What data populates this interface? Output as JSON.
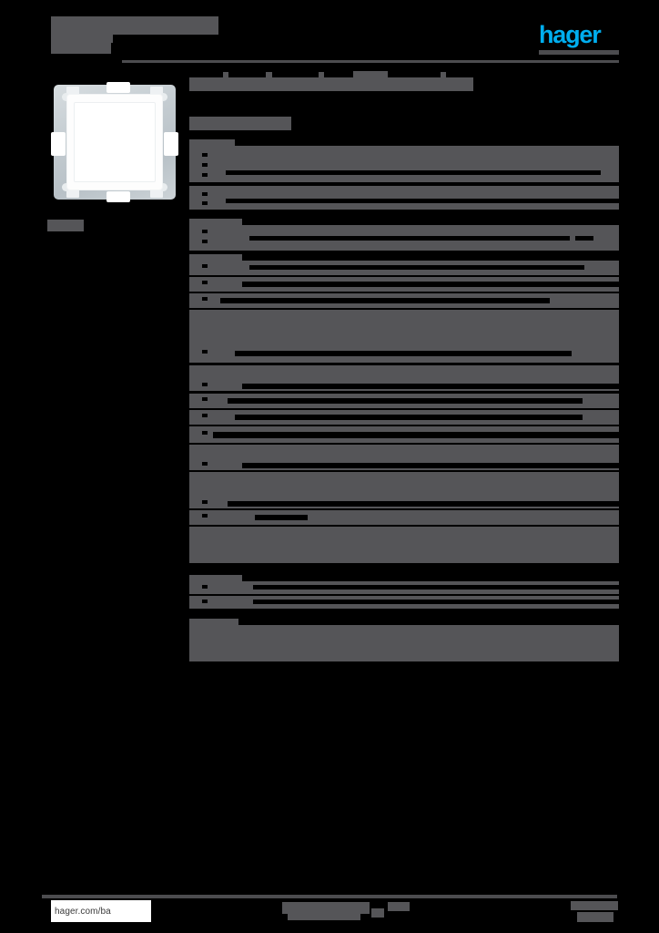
{
  "document": {
    "type": "product-datasheet",
    "brand": "hager",
    "brand_color": "#00AEEF",
    "page_background": "#000000",
    "redaction_color": "#555558",
    "content_redacted": true
  },
  "header": {
    "title_redacted": true,
    "subtitle_redacted": true,
    "rule_color": "#4c4c4f"
  },
  "logo": {
    "text": "hager",
    "color": "#00AEEF"
  },
  "product": {
    "image_alt": "white flush-mounted wall switch with metal mounting frame",
    "code_redacted": true
  },
  "content": {
    "heading_redacted": true,
    "subheading_redacted": true,
    "sections": [
      {
        "label_redacted": true,
        "rows_redacted": true
      },
      {
        "label_redacted": true,
        "rows_redacted": true
      },
      {
        "label_redacted": true,
        "rows_redacted": true
      },
      {
        "label_redacted": true,
        "rows_redacted": true
      },
      {
        "label_redacted": true,
        "rows_redacted": true
      }
    ]
  },
  "footer": {
    "url": "hager.com/ba",
    "center_redacted": true,
    "right_redacted": true,
    "rule_color": "#4c4c4f"
  }
}
